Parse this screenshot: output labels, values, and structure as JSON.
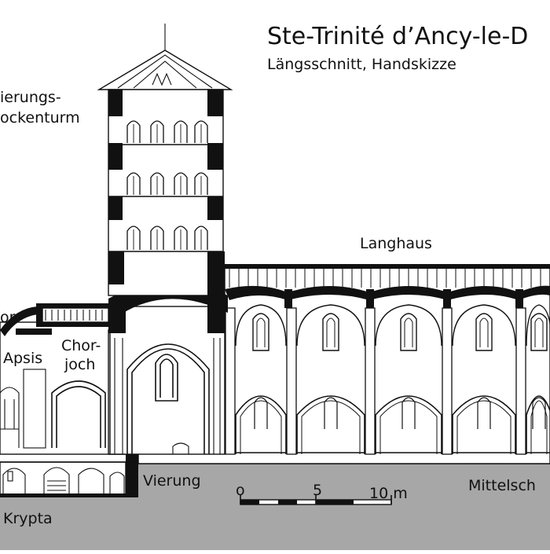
{
  "title": "Ste-Trinité d’Ancy-le-D",
  "subtitle": "Längsschnitt, Handskizze",
  "labels": {
    "tower_line1": "ierungs-",
    "tower_line2": "ockenturm",
    "nave": "Langhaus",
    "choir_edge": "or",
    "apse": "Apsis",
    "choir_line1": "Chor-",
    "choir_line2": "joch",
    "crossing": "Vierung",
    "crypt": "Krypta",
    "nave_floor": "Mittelsch"
  },
  "scale_bar": {
    "tick_0": "o",
    "tick_5": "5",
    "tick_10": "10 m"
  },
  "colors": {
    "ink": "#111111",
    "ground": "#a7a7a7",
    "paper": "#ffffff"
  }
}
